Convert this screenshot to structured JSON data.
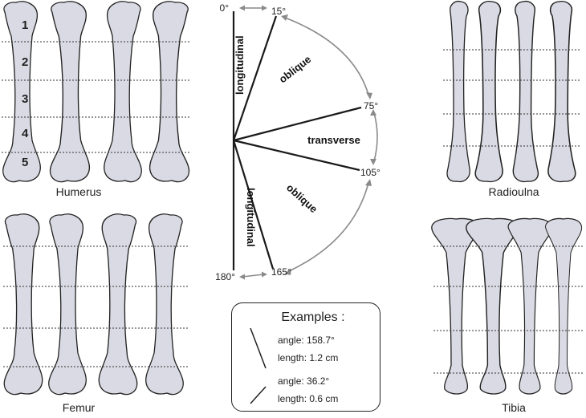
{
  "bones": {
    "humerus": {
      "label": "Humerus",
      "segments": [
        "1",
        "2",
        "3",
        "4",
        "5"
      ]
    },
    "femur": {
      "label": "Femur"
    },
    "radioulna": {
      "label": "Radioulna"
    },
    "tibia": {
      "label": "Tibia"
    }
  },
  "angle_diagram": {
    "angle_0": "0°",
    "angle_15": "15°",
    "angle_75": "75°",
    "angle_105": "105°",
    "angle_165": "165°",
    "angle_180": "180°",
    "zone_longitudinal_top": "longitudinal",
    "zone_longitudinal_bottom": "longitudinal",
    "zone_oblique_top": "oblique",
    "zone_oblique_bottom": "oblique",
    "zone_transverse": "transverse"
  },
  "examples": {
    "title": "Examples :",
    "items": [
      {
        "angle": "angle: 158.7°",
        "length": "length: 1.2 cm"
      },
      {
        "angle": "angle: 36.2°",
        "length": "length: 0.6 cm"
      }
    ]
  },
  "colors": {
    "bone_fill": "#d9dae3",
    "outline": "#222222",
    "arrow": "#8a8a8a"
  }
}
